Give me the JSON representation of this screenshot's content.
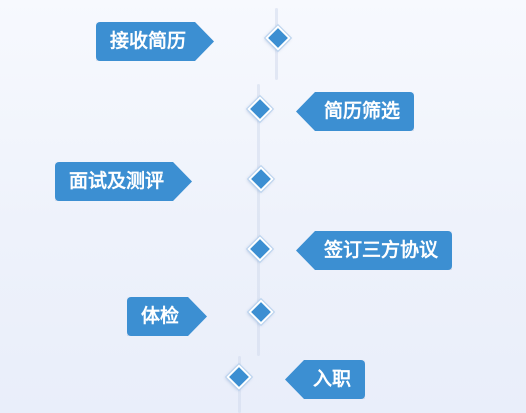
{
  "diagram": {
    "steps": [
      {
        "label": "接收简历",
        "label_side": "left"
      },
      {
        "label": "简历筛选",
        "label_side": "right"
      },
      {
        "label": "面试及测评",
        "label_side": "left"
      },
      {
        "label": "签订三方协议",
        "label_side": "right"
      },
      {
        "label": "体检",
        "label_side": "left"
      },
      {
        "label": "入职",
        "label_side": "right"
      }
    ],
    "colors": {
      "accent": "#3c8fd2",
      "label_text": "#ffffff",
      "background": "#eef2fb"
    }
  }
}
